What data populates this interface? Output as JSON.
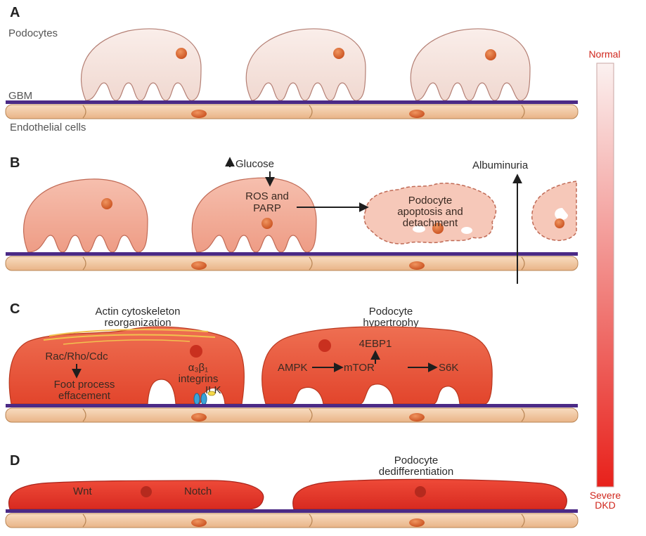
{
  "panels": {
    "a": {
      "letter": "A",
      "podocytes_label": "Podocytes",
      "gbm_label": "GBM",
      "endothelial_label": "Endothelial cells"
    },
    "b": {
      "letter": "B",
      "glucose_label": "Glucose",
      "ros_line1": "ROS and",
      "ros_line2": "PARP",
      "apoptosis_line1": "Podocyte",
      "apoptosis_line2": "apoptosis and",
      "apoptosis_line3": "detachment",
      "albuminuria_label": "Albuminuria"
    },
    "c": {
      "letter": "C",
      "actin_line1": "Actin cytoskeleton",
      "actin_line2": "reorganization",
      "rac_label": "Rac/Rho/Cdc",
      "foot_line1": "Foot process",
      "foot_line2": "effacement",
      "integrin_line1": "α₃β₁",
      "integrin_line2": "integrins",
      "ilk_label": "ILK",
      "hypertrophy_line1": "Podocyte",
      "hypertrophy_line2": "hypertrophy",
      "ebp_label": "4EBP1",
      "ampk_label": "AMPK",
      "mtor_label": "mTOR",
      "s6k_label": "S6K"
    },
    "d": {
      "letter": "D",
      "wnt_label": "Wnt",
      "notch_label": "Notch",
      "dediff_line1": "Podocyte",
      "dediff_line2": "dedifferentiation"
    }
  },
  "severity_scale": {
    "top_label": "Normal",
    "bottom_line1": "Severe",
    "bottom_line2": "DKD",
    "top_color": "#fbeeee",
    "bottom_color": "#e8211b"
  },
  "colors": {
    "gbm": "#4b2a86",
    "endothelial": "#f3c9a0",
    "nucleus": "#d9602f",
    "podocyte_normal": "#f6e4df",
    "podocyte_b": "#f1ab98",
    "podocyte_c": "#e8553a",
    "podocyte_d": "#e2352a"
  }
}
